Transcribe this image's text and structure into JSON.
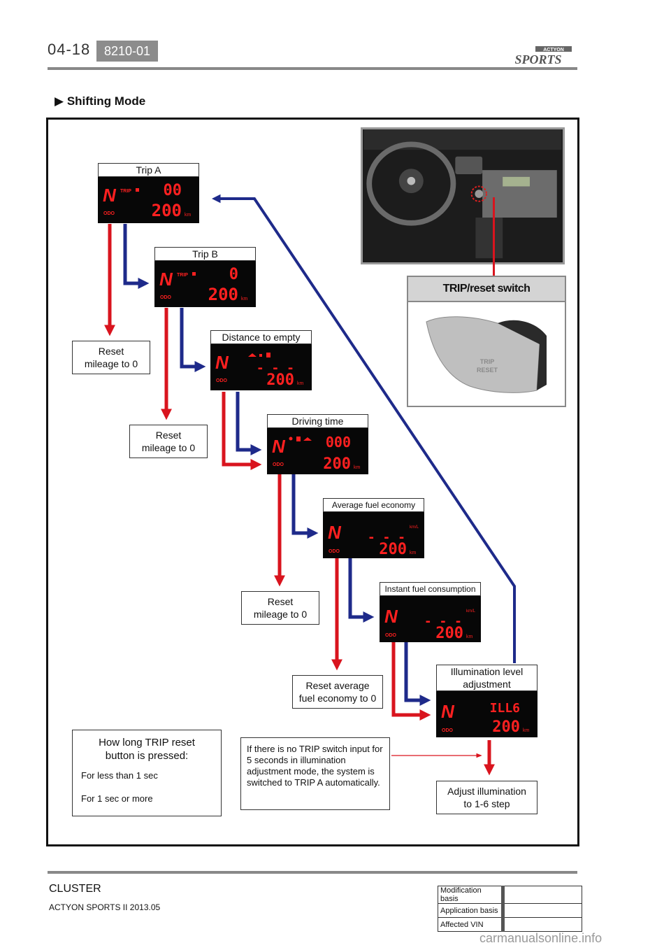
{
  "header": {
    "page_number": "04-18",
    "code": "8210-01",
    "logo": "ACTYON SPORTS"
  },
  "section": {
    "title": "Shifting Mode"
  },
  "modes": [
    {
      "caption": "Trip A",
      "gear": "N",
      "tag": "TRIP",
      "top": "00",
      "bottom": "200",
      "unit": "km"
    },
    {
      "caption": "Trip B",
      "gear": "N",
      "tag": "TRIP",
      "top": "0",
      "bottom": "200",
      "unit": "km"
    },
    {
      "caption": "Distance to empty",
      "gear": "N",
      "tag": "",
      "top": "- - -",
      "bottom": "200",
      "unit": "km"
    },
    {
      "caption": "Driving time",
      "gear": "N",
      "tag": "",
      "top": "000",
      "bottom": "200",
      "unit": "km"
    },
    {
      "caption": "Average fuel economy",
      "gear": "N",
      "tag": "km/L",
      "top": "- - -",
      "bottom": "200",
      "unit": "km"
    },
    {
      "caption": "Instant fuel consumption",
      "gear": "N",
      "tag": "km/L",
      "top": "- - -",
      "bottom": "200",
      "unit": "km"
    },
    {
      "caption": "Illumination level adjustment",
      "gear": "N",
      "tag": "",
      "top": "ILL6",
      "bottom": "200",
      "unit": "km"
    }
  ],
  "odo": "ODO",
  "reset_labels": {
    "r1": "Reset mileage to 0",
    "r2": "Reset mileage to 0",
    "r3": "Reset mileage to 0",
    "r4": "Reset average fuel economy to 0",
    "r5": "Adjust illumination to 1-6 step"
  },
  "switch": {
    "title": "TRIP/reset switch",
    "knob_line1": "TRIP",
    "knob_line2": "RESET"
  },
  "legend": {
    "title": "How long TRIP reset button is pressed:",
    "short": "For less than 1 sec",
    "long": "For 1 sec or more"
  },
  "note": "If there is no TRIP switch input for 5 seconds in illumination adjustment mode, the system is switched to TRIP A automatically.",
  "footer": {
    "title": "CLUSTER",
    "subtitle": "ACTYON SPORTS II 2013.05",
    "rows": [
      "Modification basis",
      "Application basis",
      "Affected VIN"
    ]
  },
  "watermark": "carmanualsonline.info",
  "colors": {
    "blue_arrow": "#1e2a8a",
    "red_arrow": "#d9141e",
    "lcd_red": "#ff2020",
    "lcd_bg": "#070707"
  }
}
